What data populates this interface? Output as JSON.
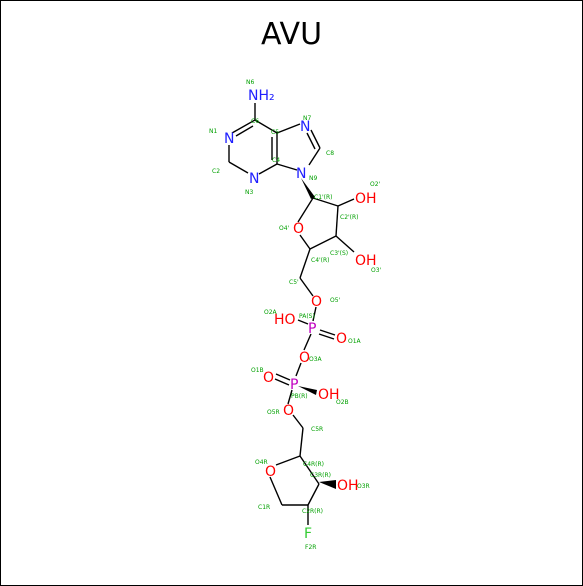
{
  "title": "AVU",
  "atoms": {
    "nh2": "NH₂",
    "n1": "N",
    "n3": "N",
    "n7": "N",
    "n9": "N",
    "o2p": "OH",
    "o3p": "OH",
    "o4p": "O",
    "o5p": "O",
    "o2a": "HO",
    "pa": "P",
    "o1a": "O",
    "o3a": "O",
    "o1b": "O",
    "pb": "P",
    "o2b": "OH",
    "o5r": "O",
    "o4r": "O",
    "o3r": "OH",
    "f2r": "F"
  },
  "labels": {
    "N6": "N6",
    "C6": "C6",
    "N7": "N7",
    "N1": "N1",
    "C5": "C5",
    "C8": "C8",
    "C2": "C2",
    "C4": "C4",
    "N9": "N9",
    "N3": "N3",
    "O2p": "O2'",
    "C1p": "C1'(R)",
    "C2p": "C2'(R)",
    "O4p": "O4'",
    "C3p": "C3'(S)",
    "C4p": "C4'(R)",
    "O3p": "O3'",
    "C5p": "C5'",
    "O5p": "O5'",
    "O2A": "O2A",
    "PA": "PA(S)",
    "O1A": "O1A",
    "O3A": "O3A",
    "O1B": "O1B",
    "PB": "PB(R)",
    "O2B": "O2B",
    "O5R": "O5R",
    "C5R": "C5R",
    "O4R": "O4R",
    "C4R": "C4R(R)",
    "C3R": "C3R(R)",
    "O3R": "O3R",
    "C1R": "C1R",
    "C2R": "C2R(R)",
    "F2R": "F2R"
  },
  "colors": {
    "nitrogen": "#2020ff",
    "oxygen": "#ff0000",
    "phosphorus": "#c000c0",
    "fluorine": "#33cc33",
    "atom_label": "#00a000",
    "bond": "#000000"
  }
}
